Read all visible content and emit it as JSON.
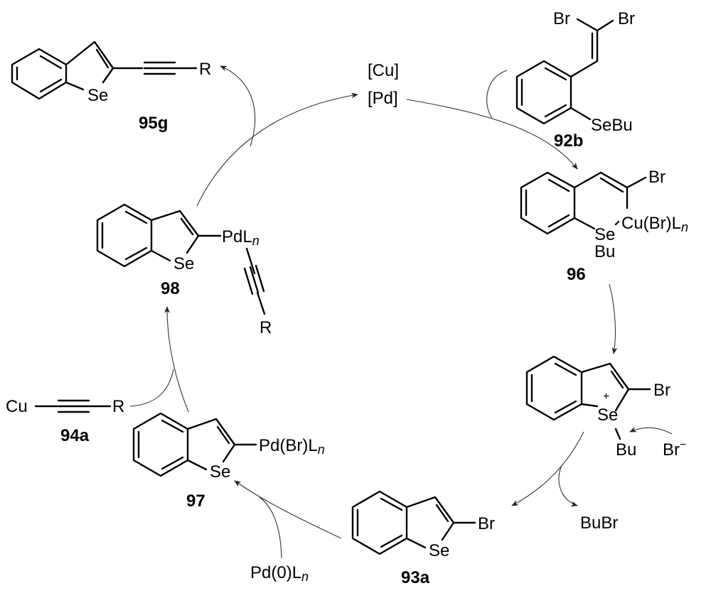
{
  "title": "Proposed catalytic cycle: Cu/Pd-catalyzed synthesis of 2-alkynylbenzo[b]selenophenes",
  "catalysts": {
    "cu": "[Cu]",
    "pd": "[Pd]"
  },
  "compounds": {
    "c92b": {
      "label": "92b",
      "substituent_se": "SeBu",
      "br1": "Br",
      "br2": "Br"
    },
    "c96": {
      "label": "96",
      "br": "Br",
      "cu": "Cu(Br)L",
      "cu_sub": "n",
      "se": "Se",
      "bu": "Bu"
    },
    "selenonium": {
      "br": "Br",
      "se": "Se",
      "charge": "+",
      "bu": "Bu"
    },
    "bromide": {
      "text": "Br",
      "charge": "−"
    },
    "bubr": {
      "text": "BuBr"
    },
    "c93a": {
      "label": "93a",
      "br": "Br",
      "se": "Se"
    },
    "pd0": {
      "text": "Pd(0)L",
      "sub": "n"
    },
    "c97": {
      "label": "97",
      "pd": "Pd(Br)L",
      "pd_sub": "n",
      "se": "Se"
    },
    "c94a": {
      "label": "94a",
      "cu": "Cu",
      "r": "R"
    },
    "c98": {
      "label": "98",
      "pd": "PdL",
      "pd_sub": "n",
      "se": "Se",
      "r": "R"
    },
    "c95g": {
      "label": "95g",
      "se": "Se",
      "r": "R"
    }
  }
}
